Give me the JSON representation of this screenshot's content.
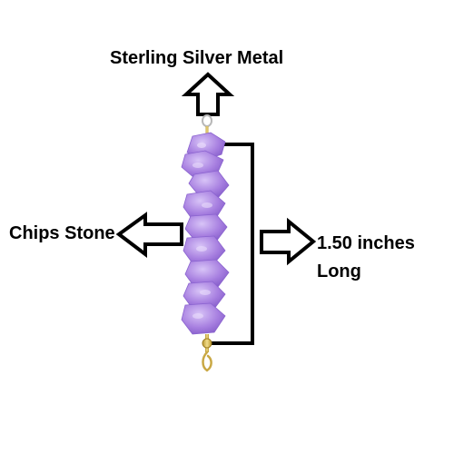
{
  "labels": {
    "metal": "Sterling Silver Metal",
    "stone": "Chips Stone",
    "length_line1": "1.50 inches",
    "length_line2": "Long"
  },
  "icons": {
    "up": "arrow-up-outline-icon",
    "left": "arrow-left-outline-icon",
    "right": "arrow-right-outline-icon"
  },
  "colors": {
    "text": "#000000",
    "stone": "#a77fe0",
    "stone_dark": "#7a52c2",
    "stone_light": "#cdb5f3",
    "wire": "#d9c06a",
    "background": "#ffffff"
  }
}
